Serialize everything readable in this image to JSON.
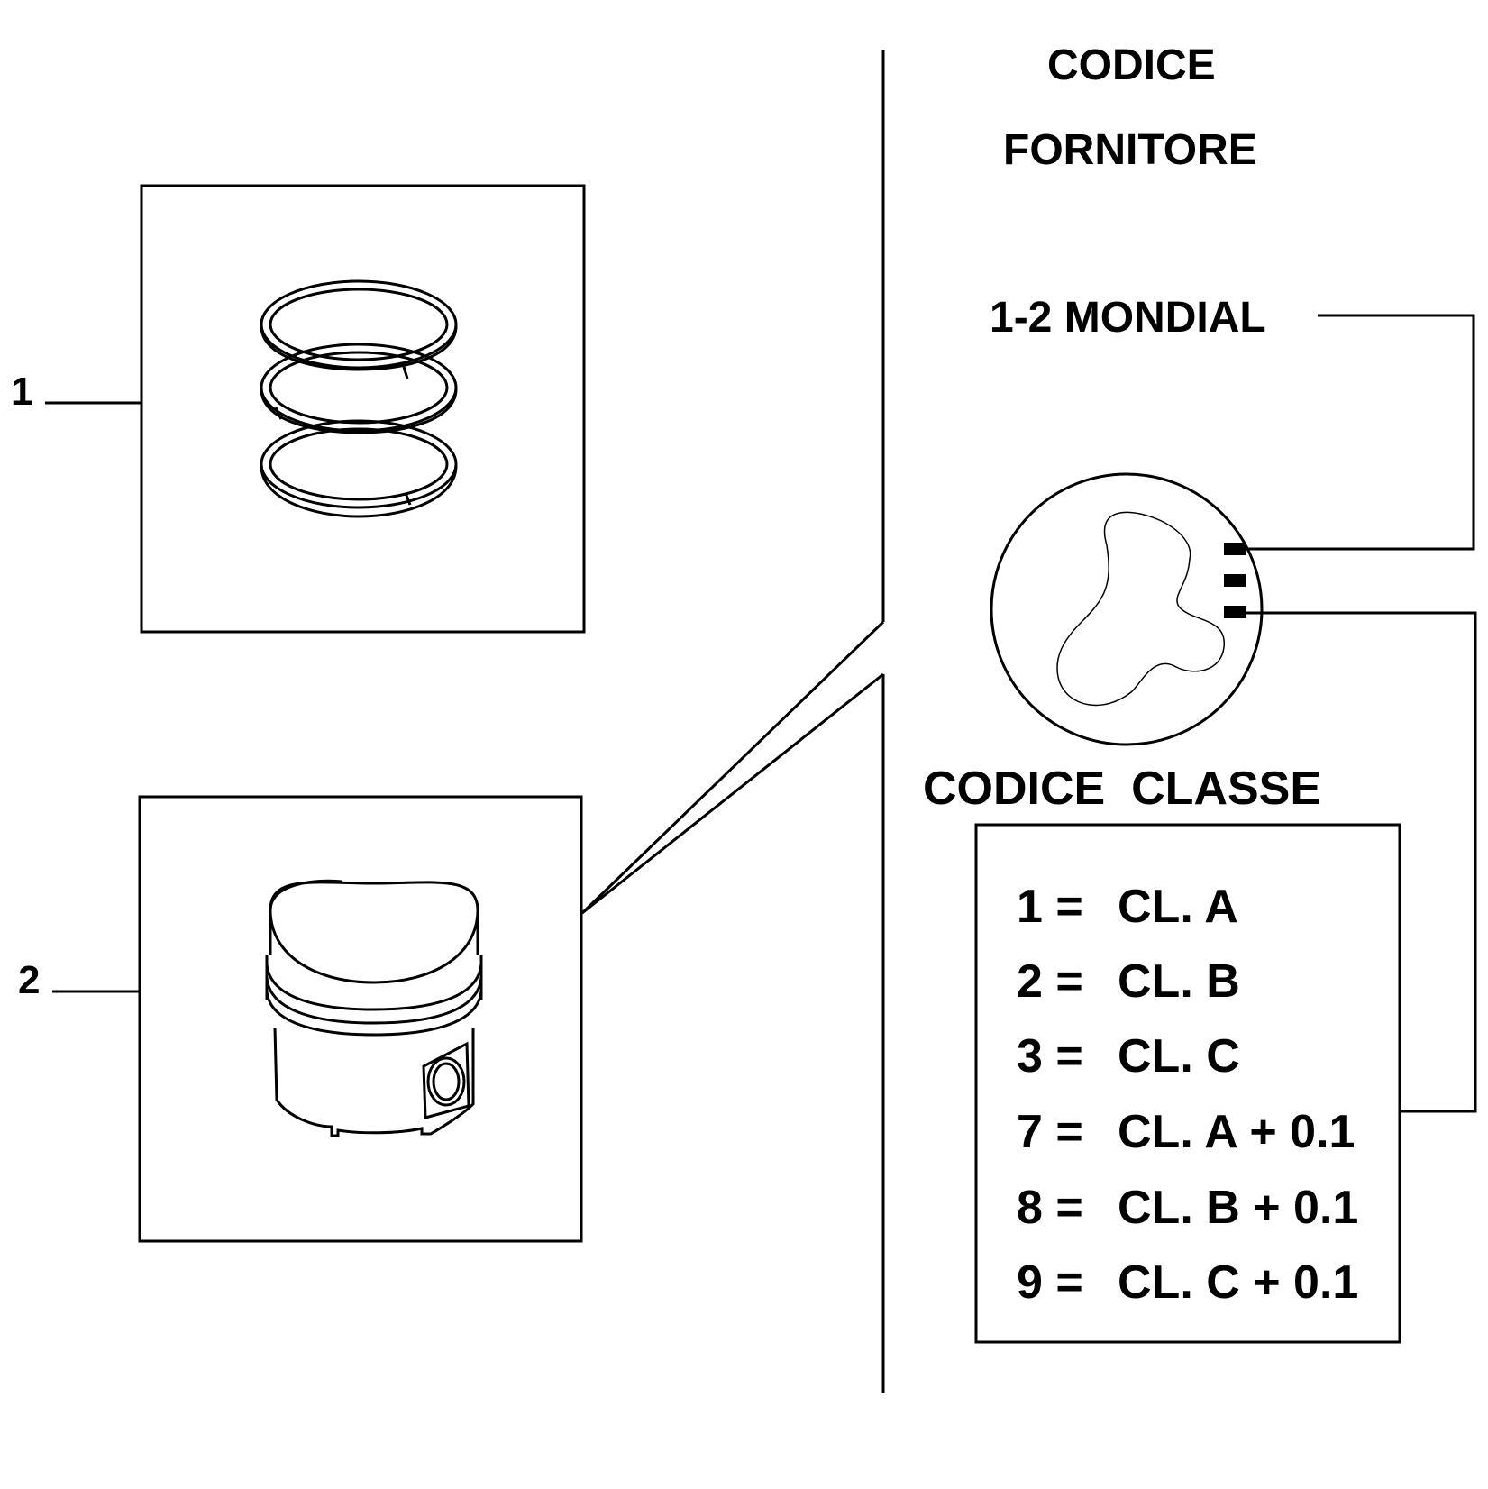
{
  "callouts": {
    "part_1": "1",
    "part_2": "2"
  },
  "supplier_code": {
    "heading_line1": "CODICE",
    "heading_line2": "FORNITORE",
    "value": "1-2 MONDIAL"
  },
  "class_code": {
    "heading": "CODICE  CLASSE",
    "entries": [
      {
        "code": "1 =",
        "class": "CL. A"
      },
      {
        "code": "2 =",
        "class": "CL. B"
      },
      {
        "code": "3 =",
        "class": "CL. C"
      },
      {
        "code": "7 =",
        "class": "CL. A + 0.1"
      },
      {
        "code": "8 =",
        "class": "CL. B + 0.1"
      },
      {
        "code": "9 =",
        "class": "CL. C + 0.1"
      }
    ]
  }
}
